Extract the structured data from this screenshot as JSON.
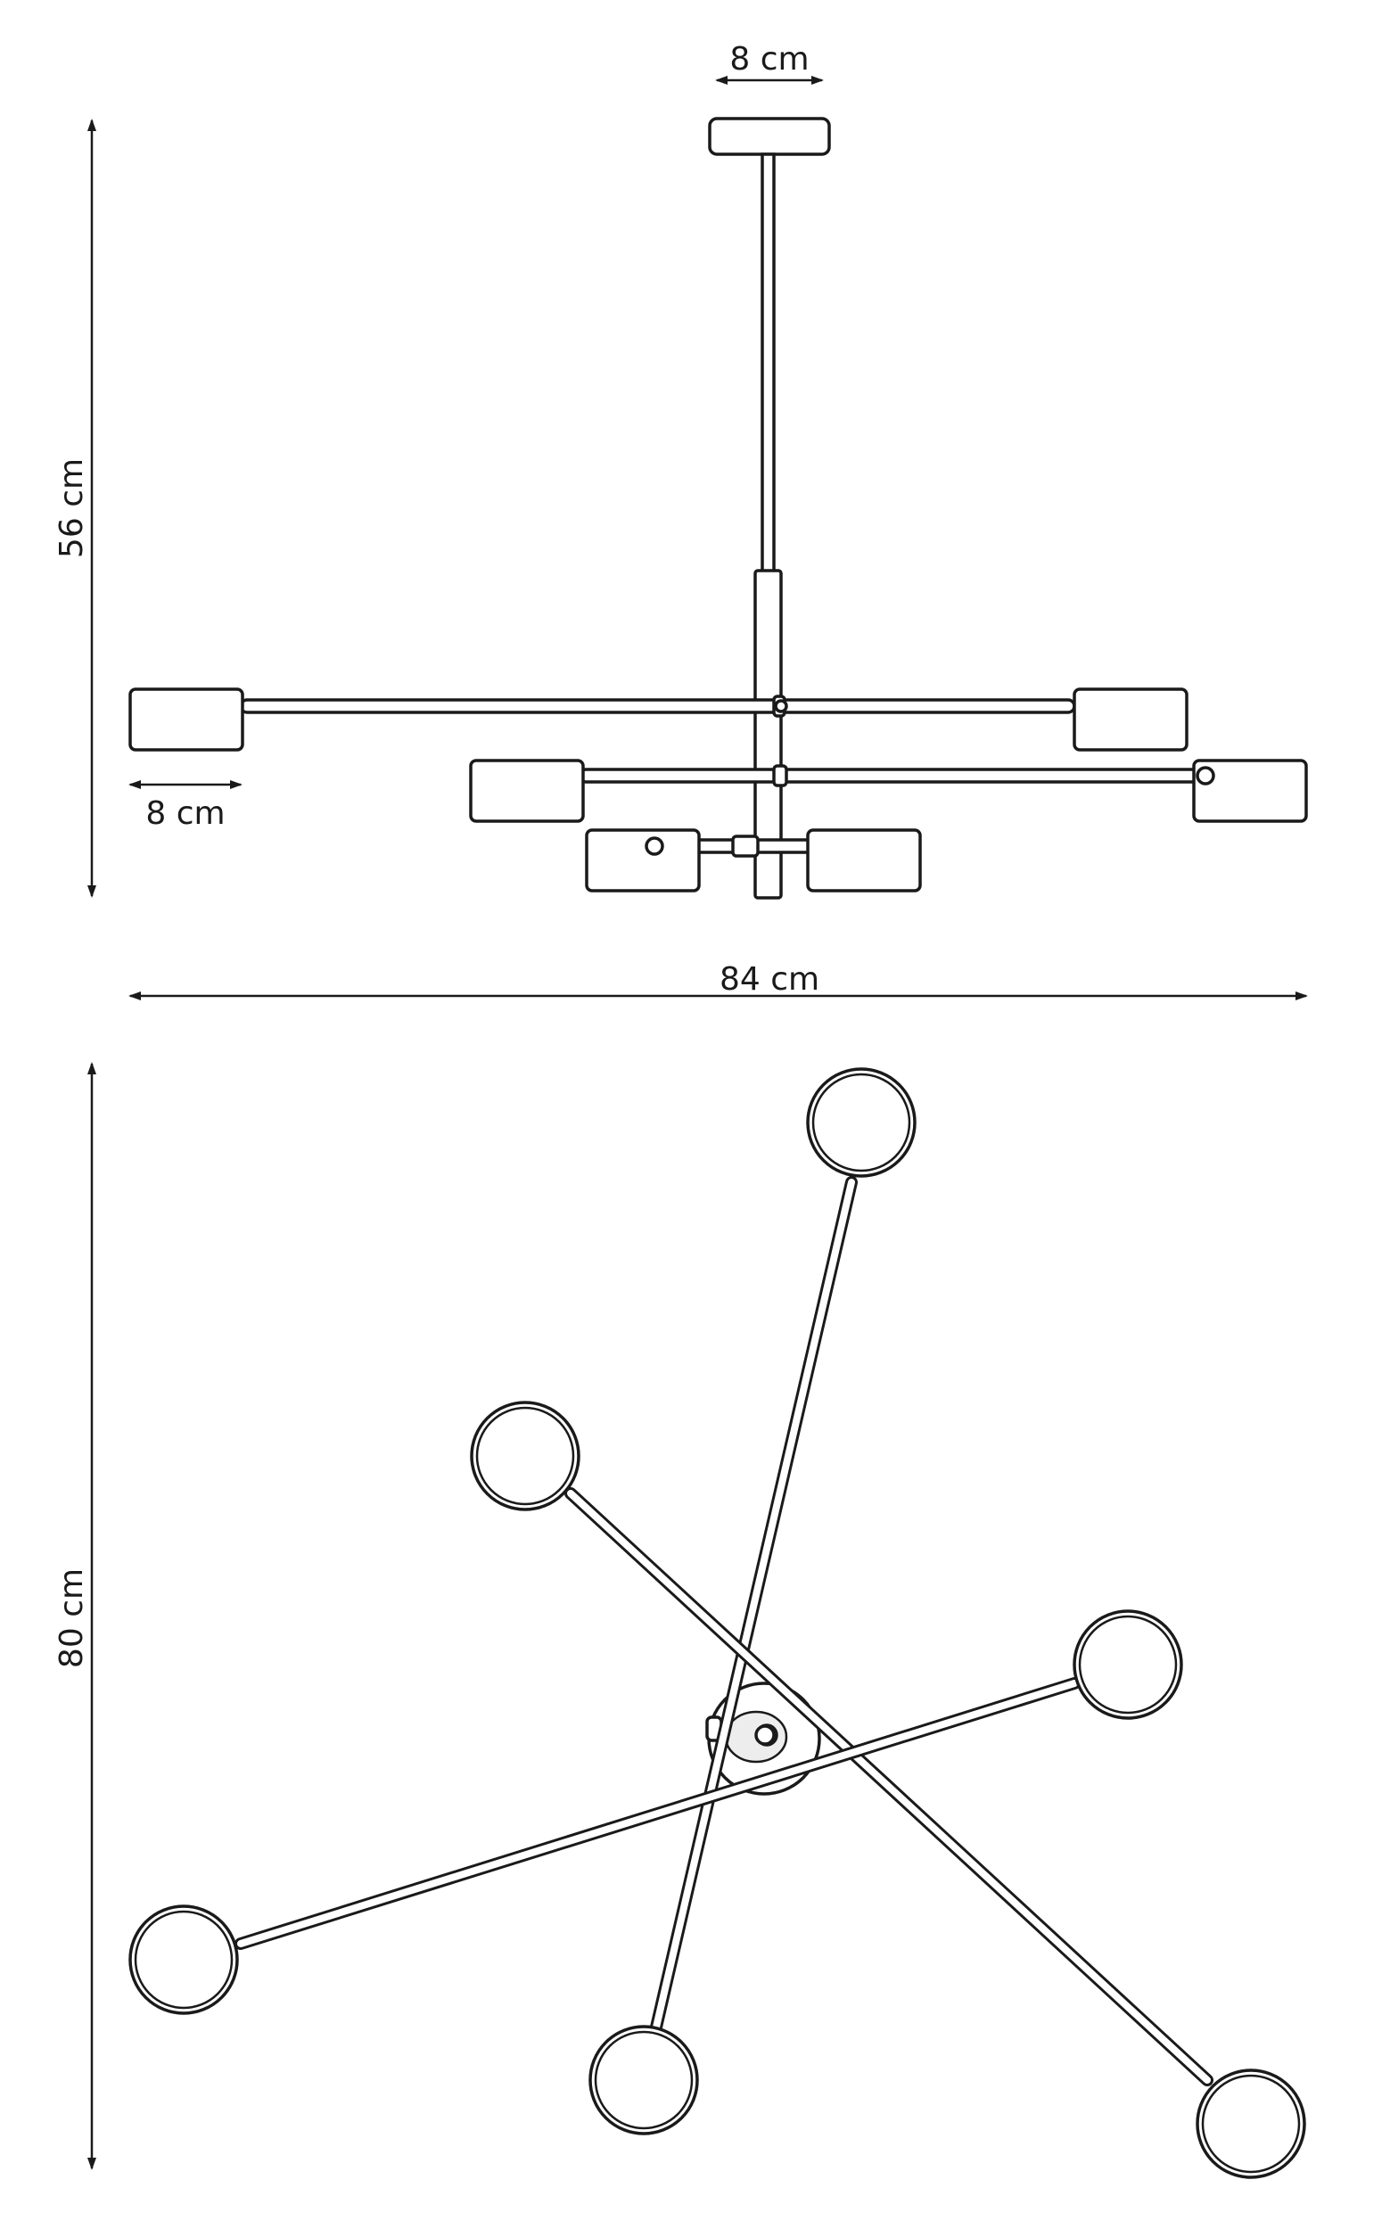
{
  "dimensions": {
    "canopy_width": "8 cm",
    "shade_width": "8 cm",
    "side_height": "56 cm",
    "total_width": "84 cm",
    "top_view_depth": "80 cm"
  }
}
